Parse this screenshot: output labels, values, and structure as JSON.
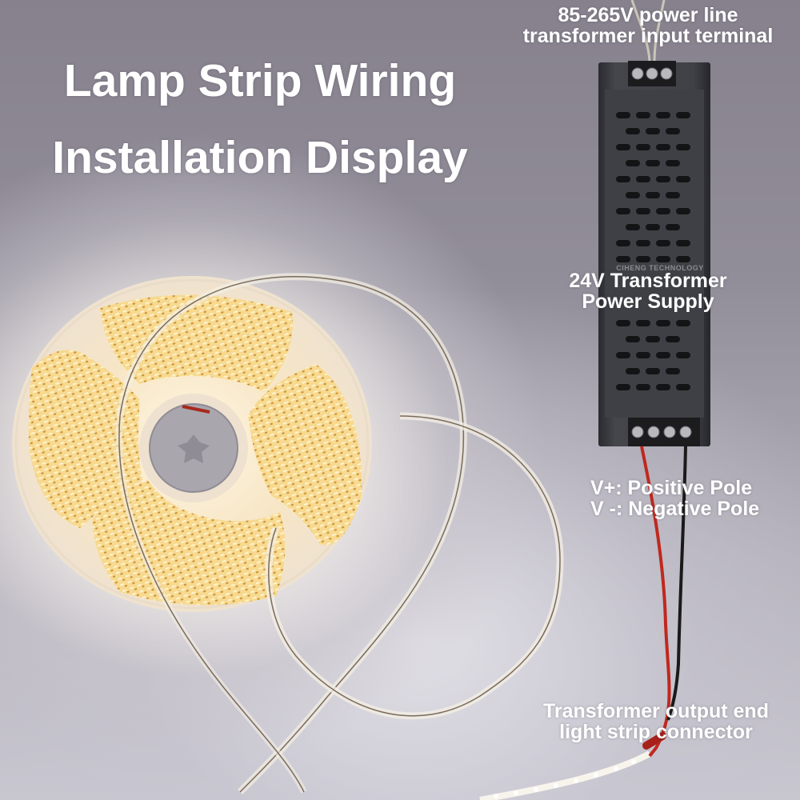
{
  "title": {
    "line1": "Lamp Strip Wiring",
    "line2": "Installation Display"
  },
  "callouts": {
    "input_terminal": {
      "line1": "85-265V power line",
      "line2": "transformer input terminal"
    },
    "transformer": {
      "line1": "24V Transformer",
      "line2": "Power Supply"
    },
    "poles": {
      "positive": "V+: Positive Pole",
      "negative": "V -: Negative Pole"
    },
    "output": {
      "line1": "Transformer output end",
      "line2": "light strip connector"
    }
  },
  "product": {
    "brand_text": "CIHENG TECHNOLOGY",
    "input_terminal_screws": 3,
    "output_terminal_screws": 4
  },
  "colors": {
    "background": "#8e8a96",
    "led_glow": "#f6d58a",
    "transformer_body": "#3a3b40",
    "wire_positive": "#c0281e",
    "wire_negative": "#1a1a1a",
    "label_text": "#ffffff"
  }
}
